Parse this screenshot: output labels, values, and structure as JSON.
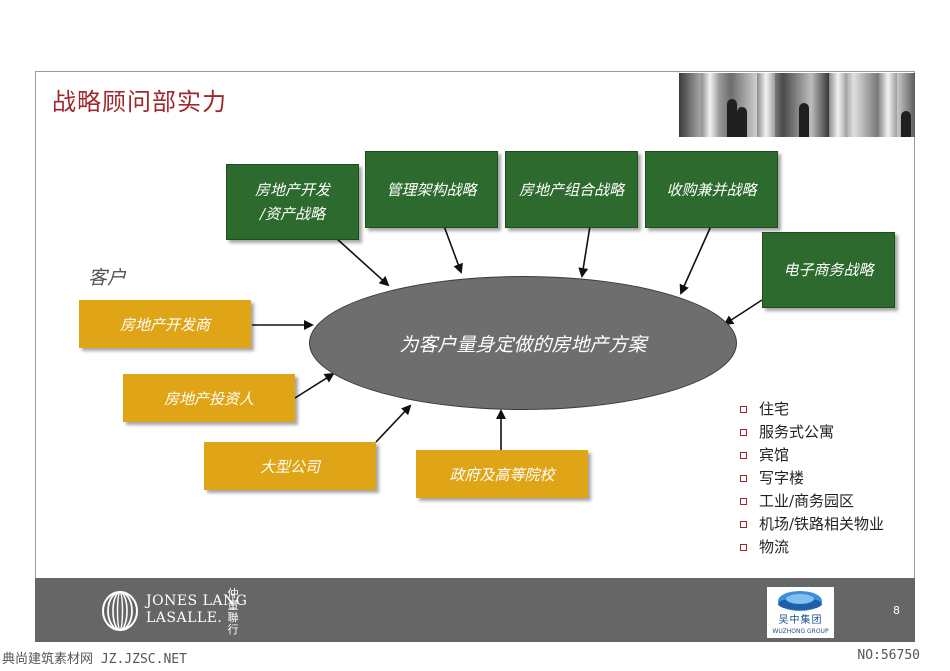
{
  "title": "战略顾问部实力",
  "center": "为客户量身定做的房地产方案",
  "clients_label": "客户",
  "strategies": [
    "房地产开发\n/资产战略",
    "管理架构战略",
    "房地产组合战略",
    "收购兼并战略",
    "电子商务战略"
  ],
  "clients": [
    "房地产开发商",
    "房地产投资人",
    "大型公司",
    "政府及高等院校"
  ],
  "property_types": [
    "住宅",
    "服务式公寓",
    "宾馆",
    "写字楼",
    "工业/商务园区",
    "机场/铁路相关物业",
    "物流"
  ],
  "footer": {
    "brand_line1": "JONES LANG",
    "brand_line2": "LASALLE.",
    "brand_cn": "仲量聯行",
    "partner_cn": "吴中集团",
    "partner_en": "WUZHONG GROUP",
    "page_number": "8"
  },
  "watermark": {
    "left": "典尚建筑素材网 JZ.JZSC.NET",
    "right": "NO:56750"
  },
  "colors": {
    "strategy_box": "#2d6a2d",
    "client_box": "#e0a516",
    "ellipse": "#6e6e6e",
    "title": "#a0282d",
    "footer": "#666666"
  }
}
